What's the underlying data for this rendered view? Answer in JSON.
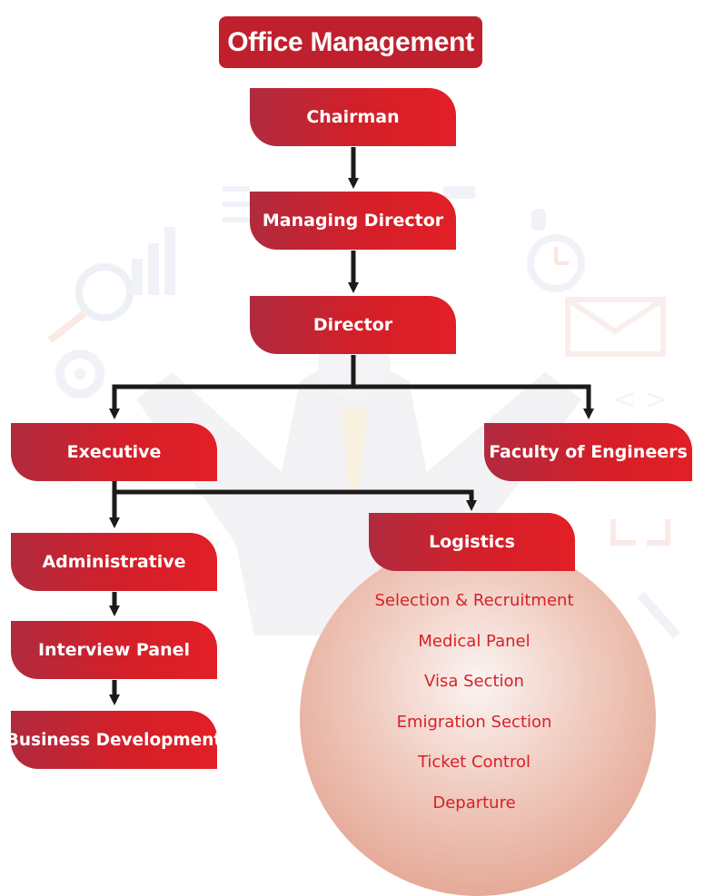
{
  "title": "Office Management",
  "nodes": {
    "chairman": "Chairman",
    "managing_director": "Managing Director",
    "director": "Director",
    "executive": "Executive",
    "faculty_of_engineers": "Faculty of Engineers",
    "administrative": "Administrative",
    "interview_panel": "Interview Panel",
    "business_development": "Business Development",
    "logistics": "Logistics"
  },
  "logistics_units": [
    "Selection & Recruitment",
    "Medical Panel",
    "Visa Section",
    "Emigration Section",
    "Ticket Control",
    "Departure"
  ],
  "colors": {
    "node_red": "#d41f29",
    "node_red_dark": "#b02b3e",
    "connector": "#1e1a1a",
    "circle_fill": "#e3a28f",
    "circle_text": "#d82027",
    "background_art": "#eef0f4"
  }
}
